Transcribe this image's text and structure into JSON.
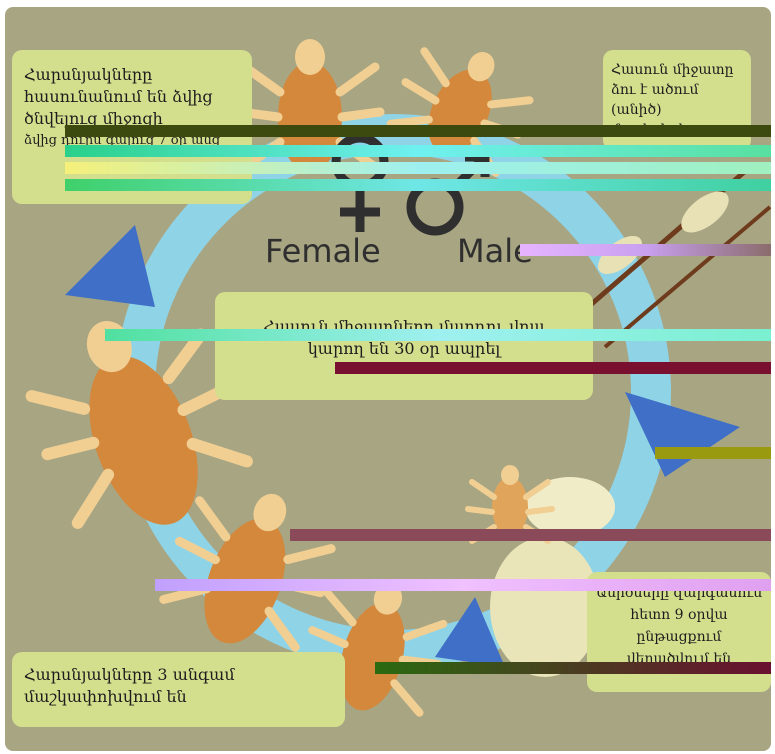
{
  "boxes": {
    "top_left": {
      "lines": [
        "Հարսնյակները",
        "հասունանում են ձվից",
        "ծնվելուց միջոցի",
        "ձվից դուրս գալուց 7 օր անց"
      ]
    },
    "top_right": {
      "lines": [
        "Հասուն միջատը",
        "ձու է ածում (անիծ)",
        "մազերի վրա"
      ]
    },
    "center": {
      "lines": [
        "Հասուն միջատները մարդու վրա",
        "կարող են 30 օր ապրել"
      ]
    },
    "bottom_right": {
      "lines": [
        "Անիծները զարգանում",
        "հետո 9 օրվա ընթացքում",
        "վերածվում են"
      ]
    },
    "bottom_left": {
      "lines": [
        "Հարսնյակները 3 անգամ",
        "մաշկափոխվում են"
      ]
    }
  },
  "labels": {
    "female": "Female",
    "male": "Male"
  },
  "colors": {
    "background": "#a8a583",
    "box": "#d4df8e",
    "cycle_ring": "#8fd3e6",
    "arrow": "#3f6fc6",
    "louse_light": "#f3d59a",
    "louse_dark": "#c8742a"
  }
}
